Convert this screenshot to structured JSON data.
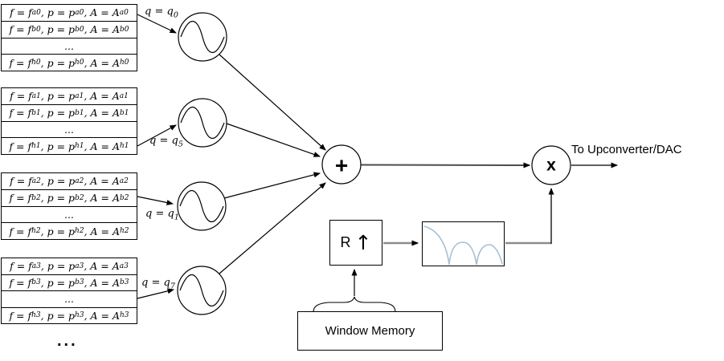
{
  "diagram": {
    "tables": [
      {
        "q_label": "q = q_{0}",
        "rows": [
          "f = f_{a0}, p = p_{a0}, A = A_{a0}",
          "f = f_{b0}, p = p_{b0}, A = A_{b0}",
          "...",
          "f = f_{h0}, p = p_{h0}, A = A_{h0}"
        ]
      },
      {
        "q_label": "q = q_{5}",
        "rows": [
          "f = f_{a1}, p = p_{a1}, A = A_{a1}",
          "f = f_{b1}, p = p_{b1}, A = A_{b1}",
          "...",
          "f = f_{h1}, p = p_{h1}, A = A_{h1}"
        ]
      },
      {
        "q_label": "q = q_{1}",
        "rows": [
          "f = f_{a2}, p = p_{a2}, A = A_{a2}",
          "f = f_{b2}, p = p_{b2}, A = A_{b2}",
          "...",
          "f = f_{h2}, p = p_{h2}, A = A_{h2}"
        ]
      },
      {
        "q_label": "q = q_{7}",
        "rows": [
          "f = f_{a3}, p = p_{a3}, A = A_{a3}",
          "f = f_{b3}, p = p_{b3}, A = A_{b3}",
          "...",
          "f = f_{h3}, p = p_{h3}, A = A_{h3}"
        ]
      }
    ],
    "nodes": {
      "sum": "+",
      "multiply": "x"
    },
    "labels": {
      "output": "To Upconverter/DAC",
      "window_memory": "Window Memory",
      "upsampler": "R",
      "upsampler_arrow_icon": "↑",
      "ellipsis": "..."
    },
    "icons": {
      "oscillator": "sine-wave-icon",
      "sum": "plus-icon",
      "multiply": "multiply-icon",
      "upsample": "up-arrow-icon",
      "filter": "sinc-response-icon"
    },
    "colors": {
      "stroke": "#000000",
      "connector_gray": "#8c8c8c",
      "filter_curve": "#a9bfd4"
    }
  }
}
